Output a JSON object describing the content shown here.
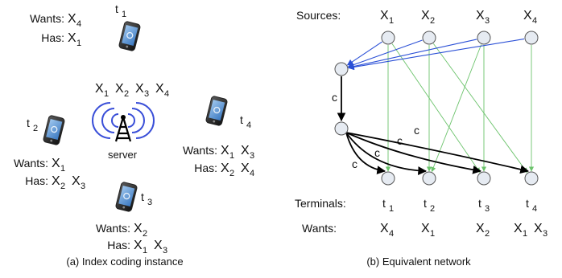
{
  "left": {
    "caption": "(a) Index coding instance",
    "server": {
      "label": "server",
      "holds": [
        "1",
        "2",
        "3",
        "4"
      ]
    },
    "clients": [
      {
        "terminal": "1",
        "wants_label": "Wants:",
        "wants": [
          "4"
        ],
        "has_label": "Has:",
        "has": [
          "1"
        ]
      },
      {
        "terminal": "2",
        "wants_label": "Wants:",
        "wants": [
          "1"
        ],
        "has_label": "Has:",
        "has": [
          "2",
          "3"
        ]
      },
      {
        "terminal": "3",
        "wants_label": "Wants:",
        "wants": [
          "2"
        ],
        "has_label": "Has:",
        "has": [
          "1",
          "3"
        ]
      },
      {
        "terminal": "4",
        "wants_label": "Wants:",
        "wants": [
          "1",
          "3"
        ],
        "has_label": "Has:",
        "has": [
          "2",
          "4"
        ]
      }
    ],
    "var_letter": "X",
    "terminal_letter": "t"
  },
  "right": {
    "caption": "(b) Equivalent network",
    "sources_label": "Sources:",
    "terminals_label": "Terminals:",
    "wants_label": "Wants:",
    "sources": [
      "1",
      "2",
      "3",
      "4"
    ],
    "terminals": [
      "1",
      "2",
      "3",
      "4"
    ],
    "terminal_wants": [
      [
        "4"
      ],
      [
        "1"
      ],
      [
        "2"
      ],
      [
        "1",
        "3"
      ]
    ],
    "edge_label": "c",
    "colors": {
      "source_edge": "#2a4fd6",
      "side_info_edge": "#6cc36c",
      "coded_edge": "#000000",
      "node_fill": "#e6ebf2",
      "node_stroke": "#555555"
    }
  }
}
